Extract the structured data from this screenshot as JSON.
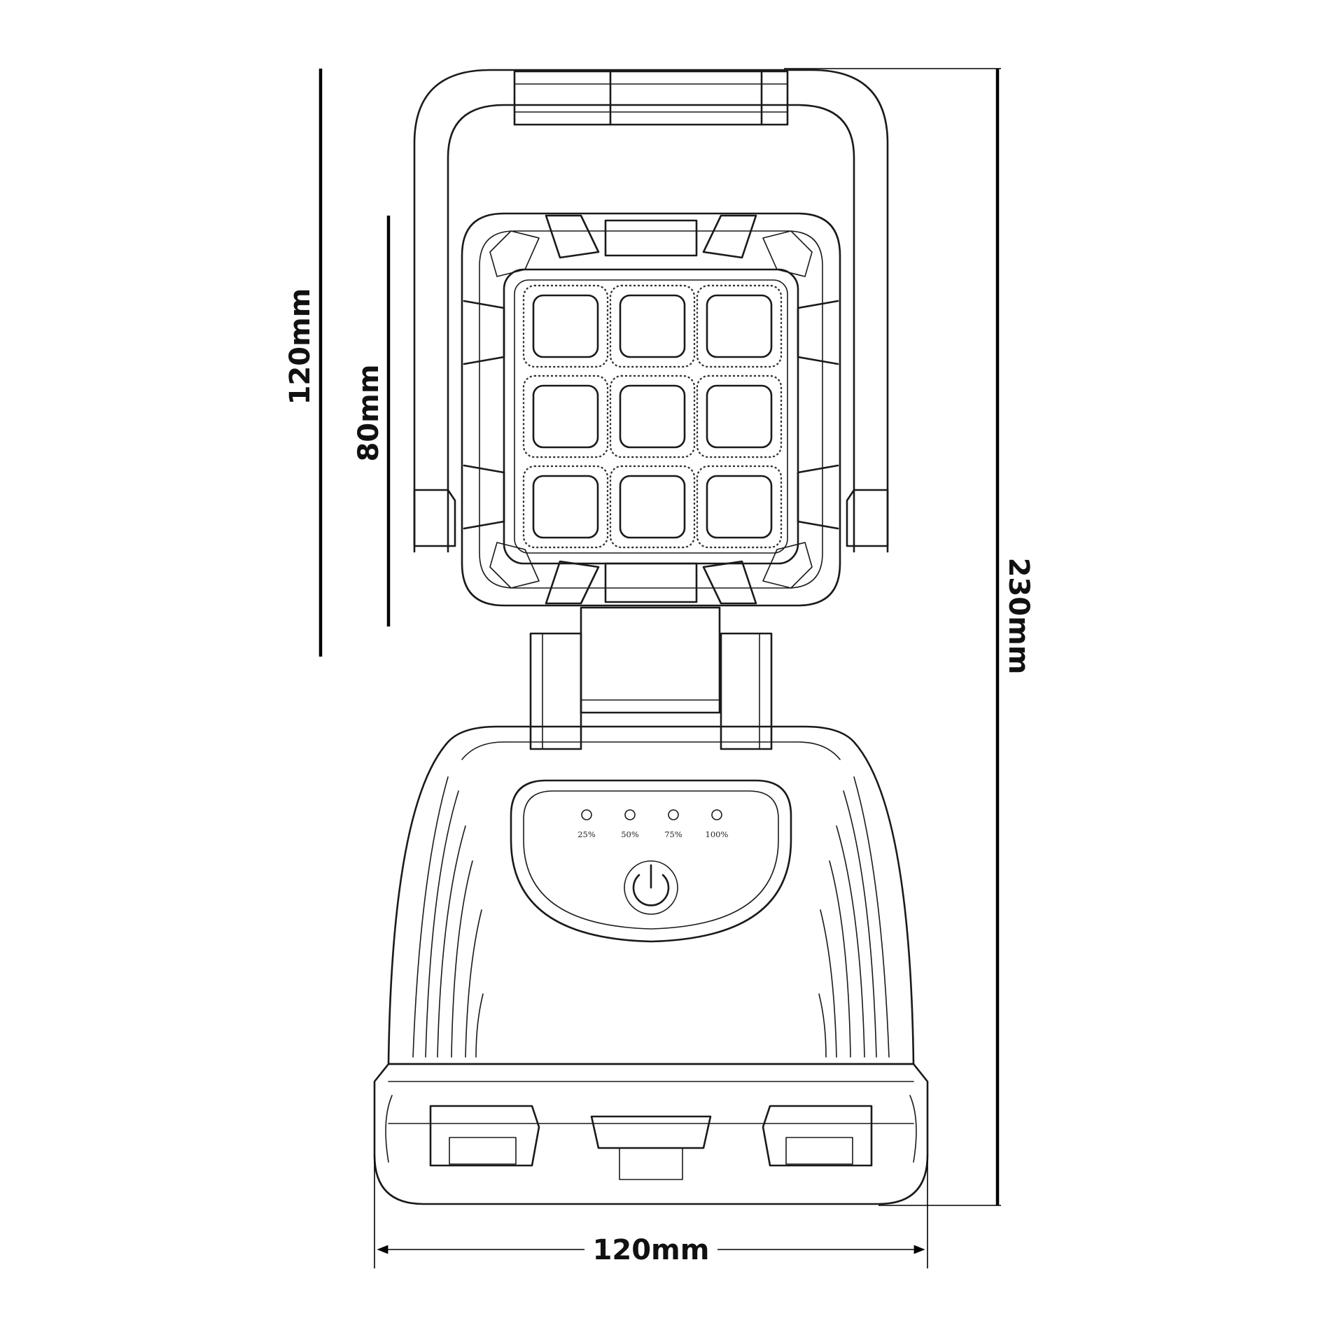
{
  "dimensions": {
    "handle_height": "120mm",
    "head_height": "80mm",
    "total_height": "230mm",
    "base_width": "120mm"
  },
  "battery_levels": [
    "25%",
    "50%",
    "75%",
    "100%"
  ],
  "icons": {
    "power": "power-icon",
    "led": "led-module-icon"
  },
  "colors": {
    "line": "#1a1a1a",
    "background": "#ffffff"
  }
}
